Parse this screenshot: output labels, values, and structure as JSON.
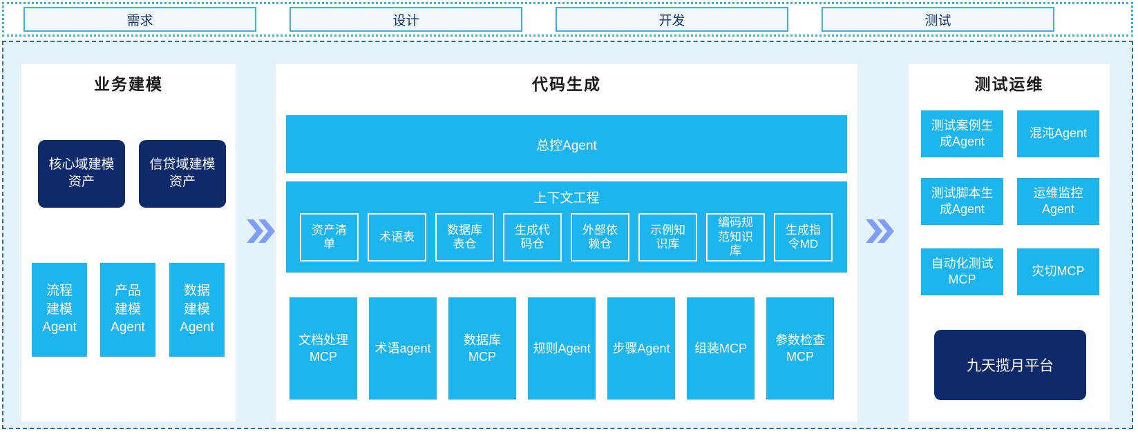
{
  "stages": [
    "需求",
    "设计",
    "开发",
    "测试"
  ],
  "business_modeling": {
    "title": "业务建模",
    "assets": [
      "核心域建模\n资产",
      "信贷域建模\n资产"
    ],
    "agents": [
      "流程\n建模\nAgent",
      "产品\n建模\nAgent",
      "数据\n建模\nAgent"
    ]
  },
  "code_generation": {
    "title": "代码生成",
    "master_agent": "总控Agent",
    "context_engineering": {
      "title": "上下文工程",
      "items": [
        "资产清\n单",
        "术语表",
        "数据库\n表仓",
        "生成代\n码仓",
        "外部依\n赖仓",
        "示例知\n识库",
        "编码规\n范知识\n库",
        "生成指\n令MD"
      ]
    },
    "tools": [
      "文档处理\nMCP",
      "术语agent",
      "数据库\nMCP",
      "规则Agent",
      "步骤Agent",
      "组装MCP",
      "参数检查\nMCP"
    ]
  },
  "test_ops": {
    "title": "测试运维",
    "boxes": [
      "测试案例生\n成Agent",
      "混沌Agent",
      "测试脚本生\n成Agent",
      "运维监控\nAgent",
      "自动化测试\nMCP",
      "灾切MCP"
    ],
    "platform": "九天揽月平台"
  },
  "icons": {
    "flow_arrow": "double-chevron-right"
  },
  "colors": {
    "cyan_box": "#1cb5ee",
    "navy_box": "#0f2a6a",
    "container_bg": "#e4f2fb",
    "panel_bg": "#ffffff",
    "stage_bg": "#f0f6fa",
    "stage_border": "#45aed6",
    "stage_text": "#17375e",
    "dotted_border": "#35b3d9",
    "dashed_border": "#2d6a94",
    "chevron": "#7e9ff5"
  }
}
